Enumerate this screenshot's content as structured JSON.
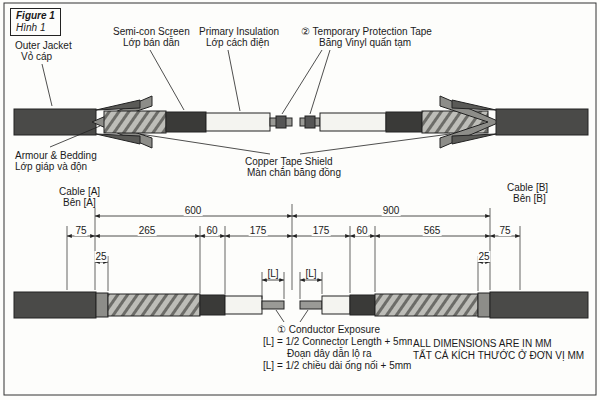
{
  "diagram": {
    "nodes": [
      {
        "text": [
          "Figure 1",
          "Hình 1"
        ]
      }
    ],
    "labels": [
      "Outer Jacket",
      "Vỏ cáp",
      "Semi-con Screen",
      "Lớp bán dẫn",
      "Primary Insulation",
      "Lớp cách điện",
      "② Temporary Protection Tape",
      "Băng Vinyl quấn tạm",
      "Armour & Bedding",
      "Lớp giáp và độn",
      "Copper Tape Shield",
      "Màn chắn băng đồng",
      "Cable [A]",
      "Bên [A]",
      "Cable [B]",
      "Bên [B]",
      "600",
      "75",
      "265",
      "60",
      "175",
      "25",
      "[L]",
      "900",
      "175",
      "60",
      "565",
      "75",
      "25",
      "[L]",
      "① Conductor Exposure",
      "[L] = 1/2 Connector Length + 5mm",
      "Đoạn dây dẫn lộ ra",
      "[L] = 1/2 chiều dài ống nối + 5mm",
      "ALL DIMENSIONS ARE IN MM",
      "TẤT CẢ KÍCH THƯỚC Ở ĐƠN VỊ MM"
    ]
  }
}
